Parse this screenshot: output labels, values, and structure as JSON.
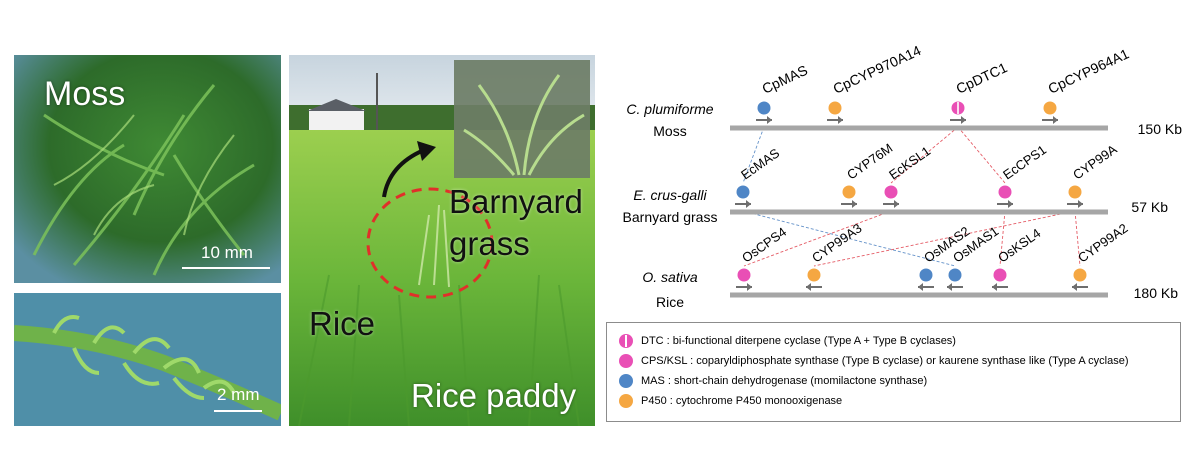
{
  "photos": {
    "moss": {
      "label": "Moss",
      "scale_label": "10 mm"
    },
    "moss_closeup": {
      "scale_label": "2 mm"
    },
    "rice_paddy": {
      "rice_label": "Rice",
      "barnyard_label_line1": "Barnyard",
      "barnyard_label_line2": "grass",
      "paddy_label": "Rice paddy"
    }
  },
  "diagram": {
    "species": [
      {
        "name": "C. plumiforme",
        "common": "Moss",
        "size": "150 Kb",
        "genes": [
          {
            "label": "CpMAS",
            "type": "MAS",
            "dir": "right"
          },
          {
            "label": "CpCYP970A14",
            "type": "P450",
            "dir": "right"
          },
          {
            "label": "CpDTC1",
            "type": "DTC",
            "dir": "right"
          },
          {
            "label": "CpCYP964A1",
            "type": "P450",
            "dir": "right"
          }
        ]
      },
      {
        "name": "E. crus-galli",
        "common": "Barnyard grass",
        "size": "57 Kb",
        "genes": [
          {
            "label": "EcMAS",
            "type": "MAS",
            "dir": "right"
          },
          {
            "label": "CYP76M",
            "type": "P450",
            "dir": "right"
          },
          {
            "label": "EcKSL1",
            "type": "CPS/KSL",
            "dir": "right"
          },
          {
            "label": "EcCPS1",
            "type": "CPS/KSL",
            "dir": "right"
          },
          {
            "label": "CYP99A",
            "type": "P450",
            "dir": "right"
          }
        ]
      },
      {
        "name": "O. sativa",
        "common": "Rice",
        "size": "180 Kb",
        "genes": [
          {
            "label": "OsCPS4",
            "type": "CPS/KSL",
            "dir": "right"
          },
          {
            "label": "CYP99A3",
            "type": "P450",
            "dir": "left"
          },
          {
            "label": "OsMAS2",
            "type": "MAS",
            "dir": "left"
          },
          {
            "label": "OsMAS1",
            "type": "MAS",
            "dir": "left"
          },
          {
            "label": "OsKSL4",
            "type": "CPS/KSL",
            "dir": "left"
          },
          {
            "label": "CYP99A2",
            "type": "P450",
            "dir": "left"
          }
        ]
      }
    ],
    "links": [
      {
        "from": "CpMAS",
        "to": "EcMAS",
        "color": "#4a7fc0"
      },
      {
        "from": "CpDTC1",
        "to": "EcKSL1",
        "color": "#e0404c"
      },
      {
        "from": "CpDTC1",
        "to": "EcCPS1",
        "color": "#e0404c"
      },
      {
        "from": "EcMAS",
        "to": "OsMAS1",
        "color": "#4a7fc0"
      },
      {
        "from": "EcKSL1",
        "to": "OsCPS4",
        "color": "#e0404c"
      },
      {
        "from": "EcCPS1",
        "to": "OsKSL4",
        "color": "#e0404c"
      },
      {
        "from": "CYP99A",
        "to": "CYP99A3",
        "color": "#e0404c"
      },
      {
        "from": "CYP99A",
        "to": "CYP99A2",
        "color": "#e0404c"
      }
    ]
  },
  "legend": {
    "items": [
      {
        "type": "DTC",
        "text": "DTC : bi-functional diterpene cyclase (Type A + Type B cyclases)"
      },
      {
        "type": "CPS/KSL",
        "text": "CPS/KSL : coparyldiphosphate synthase (Type B cyclase) or kaurene synthase like (Type A cyclase)"
      },
      {
        "type": "MAS",
        "text": "MAS : short-chain dehydrogenase (momilactone synthase)"
      },
      {
        "type": "P450",
        "text": "P450 : cytochrome P450 monooxigenase"
      }
    ]
  },
  "colors": {
    "DTC": "#e94fb5",
    "CPS/KSL": "#e94fb5",
    "MAS": "#4f86c6",
    "P450": "#f5a742",
    "chromosome": "#a6a6a6",
    "arrow": "#6e6e6e"
  }
}
